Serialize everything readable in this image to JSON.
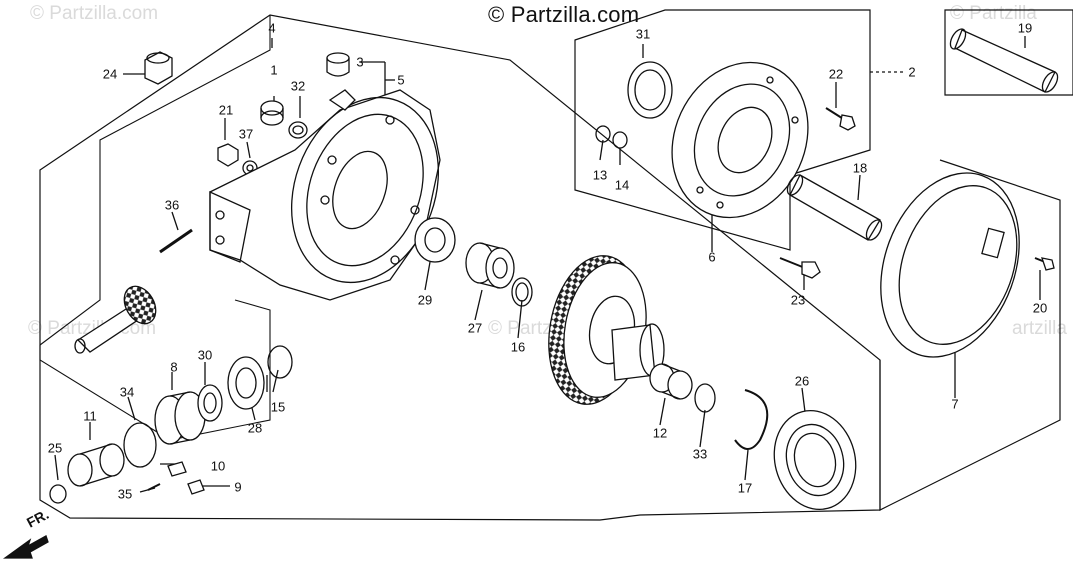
{
  "copyright": "© Partzilla.com",
  "watermark": "© Partzilla.com",
  "watermark_partial_right": "© Partzilla",
  "watermark_partial_bottom": "© Partzilla.com",
  "watermark_partial_edge": "artzilla",
  "front_indicator": "FR.",
  "callouts": [
    "1",
    "2",
    "3",
    "4",
    "5",
    "6",
    "7",
    "8",
    "9",
    "10",
    "11",
    "12",
    "13",
    "14",
    "15",
    "16",
    "17",
    "18",
    "19",
    "20",
    "21",
    "22",
    "23",
    "24",
    "25",
    "26",
    "27",
    "28",
    "29",
    "30",
    "31",
    "32",
    "33",
    "34",
    "35",
    "36",
    "37"
  ],
  "labels": {
    "n1": "1",
    "n2": "2",
    "n3": "3",
    "n4": "4",
    "n5": "5",
    "n6": "6",
    "n7": "7",
    "n8": "8",
    "n9": "9",
    "n10": "10",
    "n11": "11",
    "n12": "12",
    "n13": "13",
    "n14": "14",
    "n15": "15",
    "n16": "16",
    "n17": "17",
    "n18": "18",
    "n19": "19",
    "n20": "20",
    "n21": "21",
    "n22": "22",
    "n23": "23",
    "n24": "24",
    "n25": "25",
    "n26": "26",
    "n27": "27",
    "n28": "28",
    "n29": "29",
    "n30": "30",
    "n31": "31",
    "n32": "32",
    "n33": "33",
    "n34": "34",
    "n35": "35",
    "n36": "36",
    "n37": "37"
  }
}
